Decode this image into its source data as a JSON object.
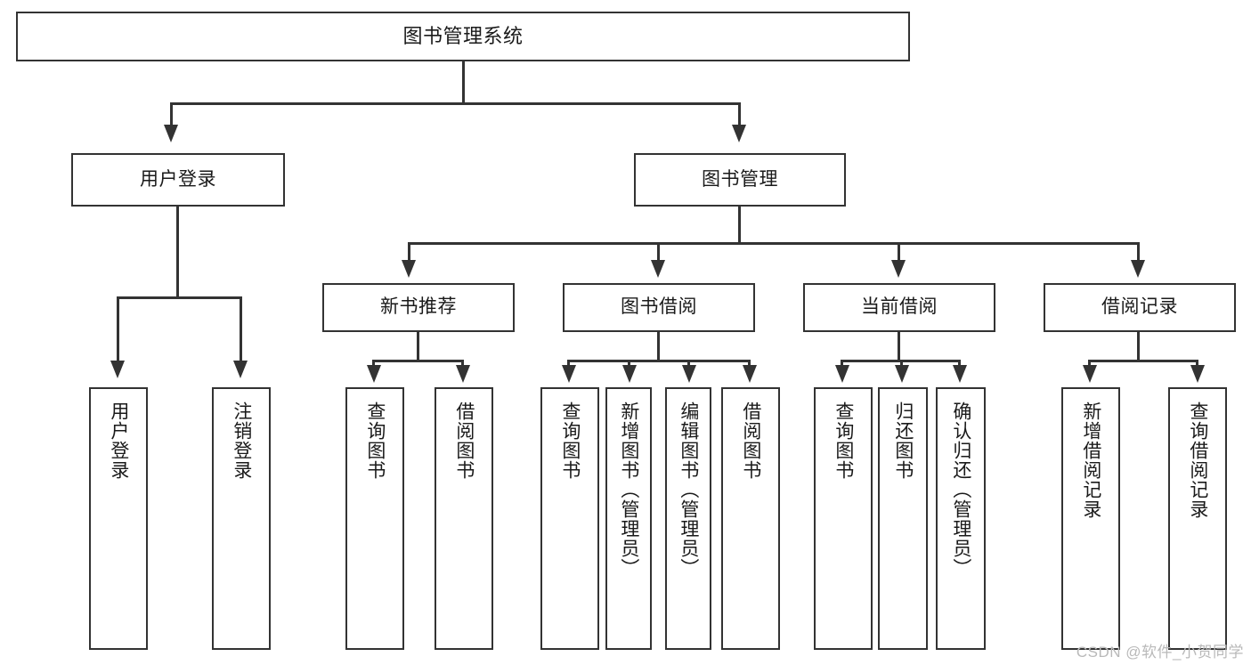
{
  "diagram": {
    "type": "tree-hierarchy-chart",
    "title": "图书管理系统",
    "root": {
      "label": "图书管理系统"
    },
    "level2": [
      {
        "id": "user-login",
        "label": "用户登录"
      },
      {
        "id": "book-management",
        "label": "图书管理"
      }
    ],
    "level3": [
      {
        "id": "new-book-recommend",
        "label": "新书推荐"
      },
      {
        "id": "book-borrow",
        "label": "图书借阅"
      },
      {
        "id": "current-borrow",
        "label": "当前借阅"
      },
      {
        "id": "borrow-record",
        "label": "借阅记录"
      }
    ],
    "leaves": {
      "user_login": [
        {
          "id": "leaf-user-login",
          "label": "用户登录"
        },
        {
          "id": "leaf-logout-login",
          "label": "注销登录"
        }
      ],
      "new_book_recommend": [
        {
          "id": "leaf-query-book-1",
          "label": "查询图书"
        },
        {
          "id": "leaf-borrow-book-1",
          "label": "借阅图书"
        }
      ],
      "book_borrow": [
        {
          "id": "leaf-query-book-2",
          "label": "查询图书"
        },
        {
          "id": "leaf-add-book-admin",
          "label": "新增图书（管理员）"
        },
        {
          "id": "leaf-edit-book-admin",
          "label": "编辑图书（管理员）"
        },
        {
          "id": "leaf-borrow-book-2",
          "label": "借阅图书"
        }
      ],
      "current_borrow": [
        {
          "id": "leaf-query-book-3",
          "label": "查询图书"
        },
        {
          "id": "leaf-return-book",
          "label": "归还图书"
        },
        {
          "id": "leaf-confirm-return-admin",
          "label": "确认归还（管理员）"
        }
      ],
      "borrow_record": [
        {
          "id": "leaf-add-borrow-record",
          "label": "新增借阅记录"
        },
        {
          "id": "leaf-query-borrow-record",
          "label": "查询借阅记录"
        }
      ]
    },
    "watermark": "CSDN @软件_小贺同学",
    "colors": {
      "stroke": "#333333",
      "fill": "#ffffff",
      "text": "#1a1a1a",
      "watermark": "#b9b9b9"
    }
  }
}
